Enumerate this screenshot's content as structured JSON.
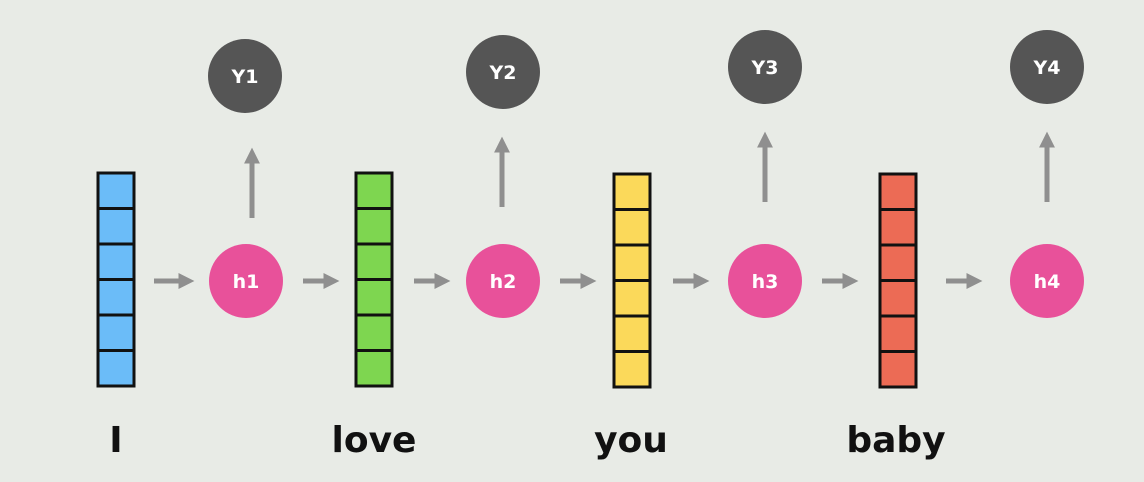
{
  "colors": {
    "background": "#e8ebe6",
    "arrow": "#8f8f8f",
    "hidden_node": "#e8519a",
    "output_node": "#555555",
    "cell_border": "#111111"
  },
  "steps": [
    {
      "word": "I",
      "hidden": "h1",
      "output": "Y1",
      "vector_color": "#6bbcf8"
    },
    {
      "word": "love",
      "hidden": "h2",
      "output": "Y2",
      "vector_color": "#7ed650"
    },
    {
      "word": "you",
      "hidden": "h3",
      "output": "Y3",
      "vector_color": "#fbd95a"
    },
    {
      "word": "baby",
      "hidden": "h4",
      "output": "Y4",
      "vector_color": "#ec6b55"
    }
  ]
}
